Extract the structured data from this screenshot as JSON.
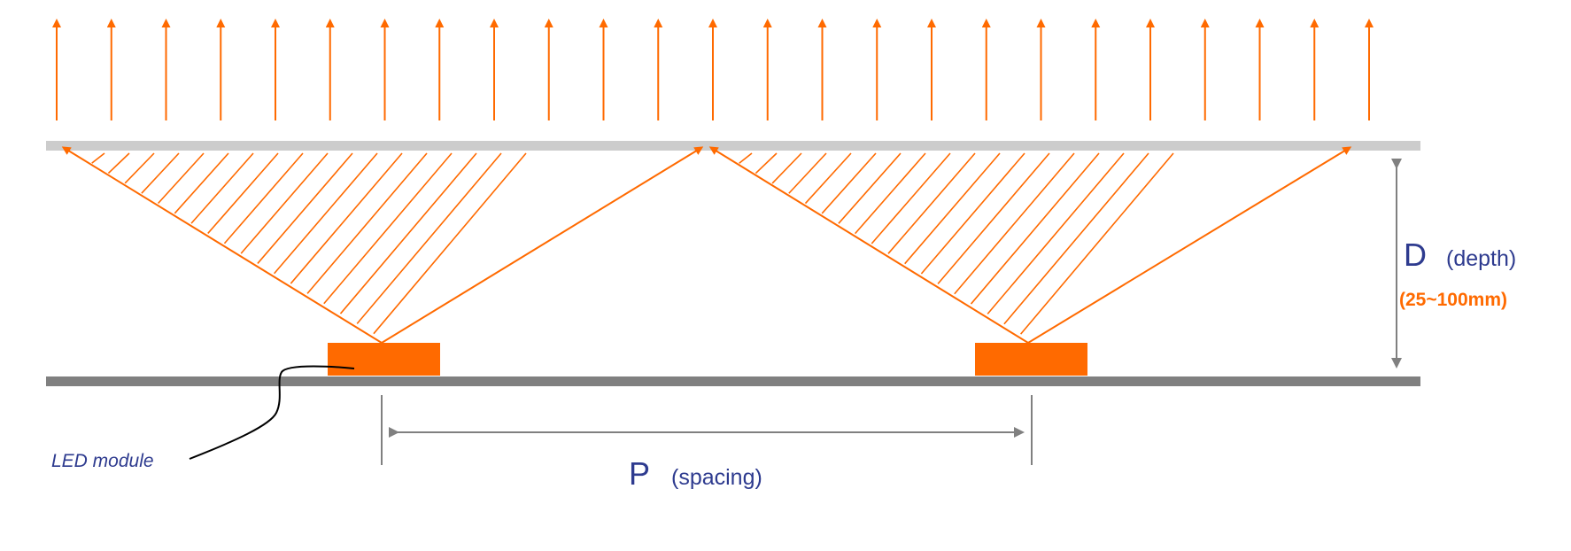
{
  "colors": {
    "orange": "#ff6a00",
    "diffuser": "#cccccc",
    "board": "#808080",
    "dimension": "#808080",
    "label_blue": "#2e3b8f"
  },
  "labels": {
    "depth_letter": "D",
    "depth_word": "(depth)",
    "depth_range": "(25~100mm)",
    "spacing_letter": "P",
    "spacing_word": "(spacing)",
    "led_module": "LED module"
  },
  "elements": {
    "emitted_light_arrows": 25,
    "led_modules": 2
  }
}
